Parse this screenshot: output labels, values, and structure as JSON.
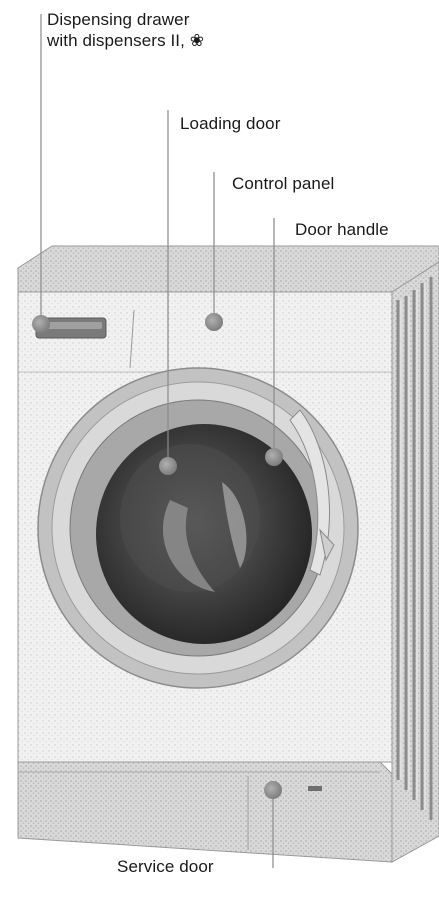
{
  "labels": {
    "dispensing_drawer_line1": "Dispensing drawer",
    "dispensing_drawer_line2": "with dispensers II, ❀",
    "loading_door": "Loading door",
    "control_panel": "Control panel",
    "door_handle": "Door handle",
    "service_door": "Service door"
  },
  "colors": {
    "text": "#1a1a1a",
    "leader_line": "#8a8a8a",
    "marker_dot": "#909090",
    "body_light": "#ececec",
    "body_shade": "#c8c8c8",
    "porthole_dark": "#3a3a3a",
    "porthole_ring": "#b5b5b5"
  }
}
